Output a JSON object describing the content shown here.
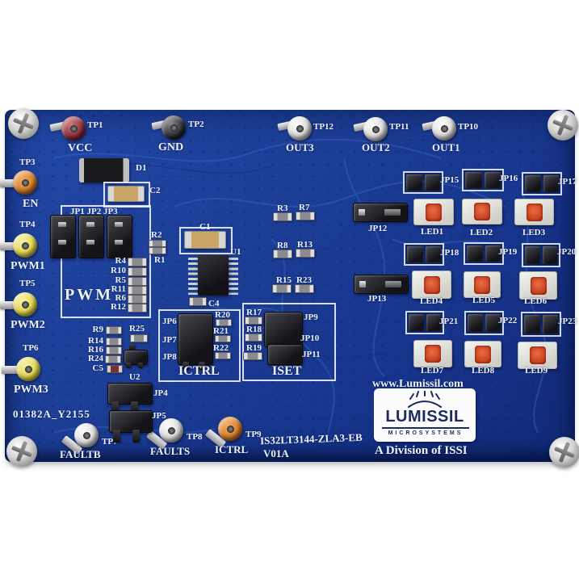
{
  "board": {
    "part_number": "IS32LT3144-ZLA3-EB",
    "version": "V01A",
    "batch_code": "01382A_Y2155",
    "website": "www.Lumissil.com",
    "brand": "LUMISSIL",
    "brand_sub": "MICROSYSTEMS",
    "division": "A Division of ISSI",
    "colors": {
      "pcb_blue": "#1c3e96",
      "trace_blue": "#3a63c8",
      "silkscreen_white": "#eef2fa",
      "led_chip_red": "#c6401f",
      "tp_red": "#8f2a33",
      "tp_orange": "#d57d24",
      "tp_yellow": "#ded342"
    }
  },
  "test_points": {
    "tp1": {
      "id": "TP1",
      "signal": "VCC"
    },
    "tp2": {
      "id": "TP2",
      "signal": "GND"
    },
    "tp3": {
      "id": "TP3",
      "signal": "EN"
    },
    "tp4": {
      "id": "TP4",
      "signal": "PWM1"
    },
    "tp5": {
      "id": "TP5",
      "signal": "PWM2"
    },
    "tp6": {
      "id": "TP6",
      "signal": "PWM3"
    },
    "tp7": {
      "id": "TP7",
      "signal": "FAULTB"
    },
    "tp8": {
      "id": "TP8",
      "signal": "FAULTS"
    },
    "tp9": {
      "id": "TP9",
      "signal": "ICTRL"
    },
    "tp10": {
      "id": "TP10",
      "signal": "OUT1"
    },
    "tp11": {
      "id": "TP11",
      "signal": "OUT2"
    },
    "tp12": {
      "id": "TP12",
      "signal": "OUT3"
    }
  },
  "jumpers": {
    "jp123": "JP1 JP2 JP3",
    "jp4": "JP4",
    "jp5": "JP5",
    "jp6": "JP6",
    "jp7": "JP7",
    "jp8": "JP8",
    "jp9": "JP9",
    "jp10": "JP10",
    "jp11": "JP11",
    "jp12": "JP12",
    "jp13": "JP13",
    "jp15": "JP15",
    "jp16": "JP16",
    "jp17": "JP17",
    "jp18": "JP18",
    "jp19": "JP19",
    "jp20": "JP20",
    "jp21": "JP21",
    "jp22": "JP22",
    "jp23": "JP23"
  },
  "leds": {
    "led1": "LED1",
    "led2": "LED2",
    "led3": "LED3",
    "led4": "LED4",
    "led5": "LED5",
    "led6": "LED6",
    "led7": "LED7",
    "led8": "LED8",
    "led9": "LED9"
  },
  "components": {
    "d1": "D1",
    "c1": "C1",
    "c2": "C2",
    "c4": "C4",
    "c5": "C5",
    "u1": "U1",
    "u2": "U2",
    "r1": "R1",
    "r2": "R2",
    "r3": "R3",
    "r4": "R4",
    "r5": "R5",
    "r6": "R6",
    "r7": "R7",
    "r8": "R8",
    "r9": "R9",
    "r10": "R10",
    "r11": "R11",
    "r12": "R12",
    "r13": "R13",
    "r14": "R14",
    "r15": "R15",
    "r16": "R16",
    "r17": "R17",
    "r18": "R18",
    "r19": "R19",
    "r20": "R20",
    "r21": "R21",
    "r22": "R22",
    "r23": "R23",
    "r24": "R24",
    "r25": "R25"
  },
  "sections": {
    "pwm": "PWM",
    "ictrl": "ICTRL",
    "iset": "ISET"
  }
}
